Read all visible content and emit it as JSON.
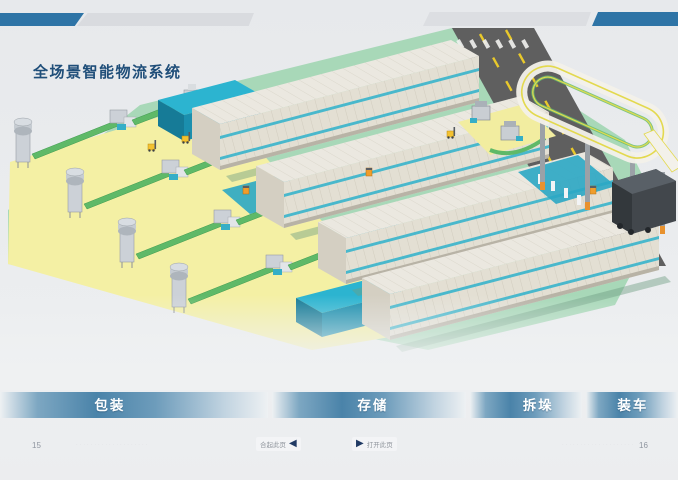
{
  "page": {
    "title": "全场景智能物流系统"
  },
  "process_bar": {
    "stages": [
      {
        "label": "包装"
      },
      {
        "label": "存储"
      },
      {
        "label": "拆垛"
      },
      {
        "label": "装车"
      }
    ]
  },
  "footer": {
    "left_page_number": "15",
    "right_page_number": "16",
    "left_watermark": "····················",
    "right_watermark": "····················",
    "prev_nav": {
      "label": "合起此页",
      "arrow": "◀"
    },
    "next_nav": {
      "arrow": "▶",
      "label": "打开此页"
    }
  },
  "colors": {
    "header_blue": "#2e74a6",
    "header_gray": "#d9dbdf",
    "title": "#1f4e79",
    "bar_blue": "#4a83a9",
    "floor_green": "#a8d8b8",
    "floor_yellow": "#f4f0a4",
    "conveyor_teal": "#22aac8",
    "road_gray": "#5b5b5b",
    "road_dash_yellow": "#e9c92b",
    "rack_white": "#e9e6de",
    "accent_orange": "#ee9d2d",
    "belt_green": "#5fb968"
  },
  "illustration": {
    "description": "isometric-smart-logistics-park"
  }
}
